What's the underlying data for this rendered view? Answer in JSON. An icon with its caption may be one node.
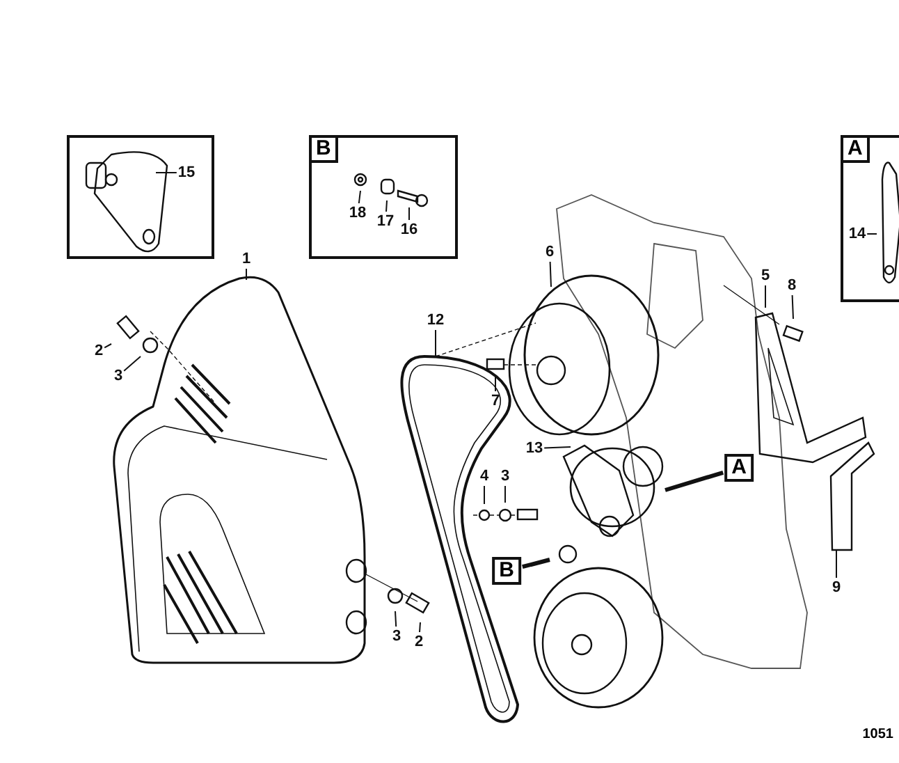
{
  "diagram": {
    "nodes": [
      {
        "text": [],
        "shape": "box"
      },
      {
        "text": [
          "15"
        ],
        "in": 0
      },
      {
        "text": [],
        "shape": "box"
      },
      {
        "text": [
          "B"
        ],
        "in": 2
      },
      {
        "text": [
          "18"
        ],
        "in": 2
      },
      {
        "text": [
          "17"
        ],
        "in": 2
      },
      {
        "text": [
          "16"
        ],
        "in": 2
      },
      {
        "text": [],
        "shape": "box"
      },
      {
        "text": [
          "A"
        ],
        "in": 7
      },
      {
        "text": [
          "14"
        ],
        "in": 7
      },
      {
        "text": [
          "1"
        ]
      },
      {
        "text": [
          "2"
        ]
      },
      {
        "text": [
          "3"
        ]
      },
      {
        "text": [
          "12"
        ]
      },
      {
        "text": [
          "6"
        ]
      },
      {
        "text": [
          "7"
        ]
      },
      {
        "text": [
          "5"
        ]
      },
      {
        "text": [
          "8"
        ]
      },
      {
        "text": [
          "13"
        ]
      },
      {
        "text": [
          "4"
        ]
      },
      {
        "text": [
          "3"
        ]
      },
      {
        "text": [
          "A"
        ]
      },
      {
        "text": [
          "B"
        ]
      },
      {
        "text": [
          "9"
        ]
      },
      {
        "text": [
          "3"
        ]
      },
      {
        "text": [
          "2"
        ]
      }
    ],
    "edges": [
      {
        "from": 1,
        "to": null,
        "arrow": "none"
      },
      {
        "from": 4,
        "to": null,
        "arrow": "none"
      },
      {
        "from": 5,
        "to": null,
        "arrow": "none"
      },
      {
        "from": 6,
        "to": null,
        "arrow": "none"
      },
      {
        "from": 9,
        "to": null,
        "arrow": "none"
      },
      {
        "from": 10,
        "to": null,
        "arrow": "none"
      },
      {
        "from": 11,
        "to": null,
        "arrow": "none"
      },
      {
        "from": 12,
        "to": null,
        "arrow": "none"
      },
      {
        "from": 13,
        "to": null,
        "arrow": "none"
      },
      {
        "from": 14,
        "to": null,
        "arrow": "none"
      },
      {
        "from": 15,
        "to": null,
        "arrow": "none"
      },
      {
        "from": 16,
        "to": null,
        "arrow": "none"
      },
      {
        "from": 17,
        "to": null,
        "arrow": "none"
      },
      {
        "from": 18,
        "to": null,
        "arrow": "none"
      },
      {
        "from": 19,
        "to": null,
        "arrow": "none"
      },
      {
        "from": 20,
        "to": null,
        "arrow": "none"
      },
      {
        "from": 21,
        "to": null,
        "arrow": "none",
        "style": "thick"
      },
      {
        "from": 22,
        "to": null,
        "arrow": "none",
        "style": "thick"
      },
      {
        "from": 23,
        "to": null,
        "arrow": "none"
      },
      {
        "from": 24,
        "to": null,
        "arrow": "none"
      },
      {
        "from": 25,
        "to": null,
        "arrow": "none"
      }
    ],
    "labels": [
      "1051"
    ]
  }
}
